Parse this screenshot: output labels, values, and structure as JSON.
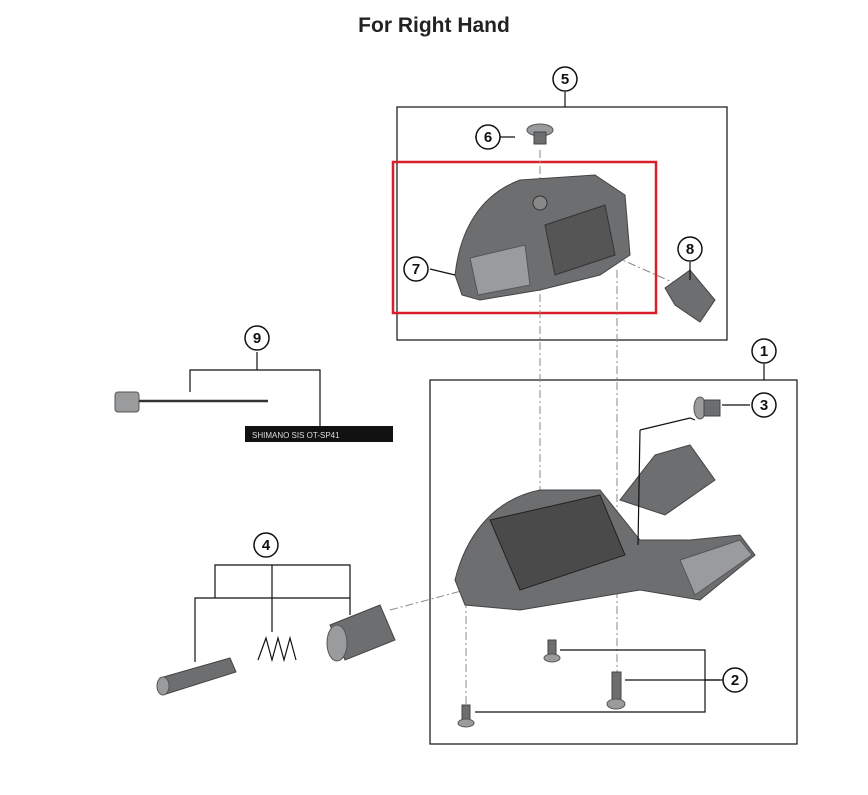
{
  "title": "For Right Hand",
  "callouts": [
    "1",
    "2",
    "3",
    "4",
    "5",
    "6",
    "7",
    "8",
    "9"
  ],
  "cable_housing_text": "SHIMANO SIS OT-SP41",
  "highlight_color": "#d9202a"
}
